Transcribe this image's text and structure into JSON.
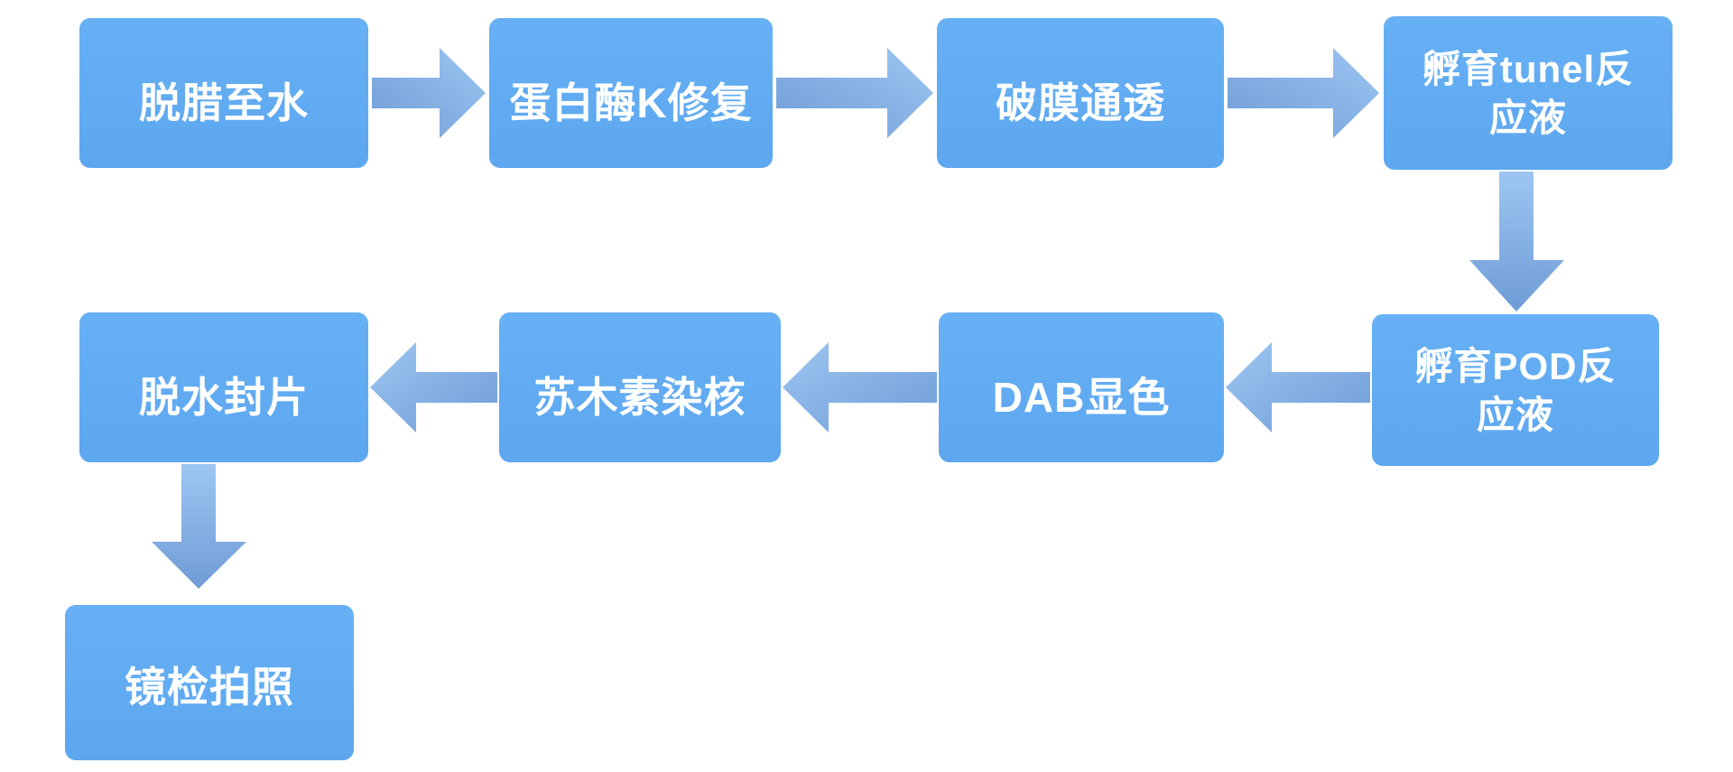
{
  "flowchart": {
    "nodes": [
      {
        "id": "step-1",
        "label": "脱腊至水"
      },
      {
        "id": "step-2",
        "label": "蛋白酶K修复"
      },
      {
        "id": "step-3",
        "label": "破膜通透"
      },
      {
        "id": "step-4",
        "label": "孵育tunel反\n应液"
      },
      {
        "id": "step-5",
        "label": "孵育POD反\n应液"
      },
      {
        "id": "step-6",
        "label": "DAB显色"
      },
      {
        "id": "step-7",
        "label": "苏木素染核"
      },
      {
        "id": "step-8",
        "label": "脱水封片"
      },
      {
        "id": "step-9",
        "label": "镜检拍照"
      }
    ],
    "flow_order": [
      "脱腊至水",
      "蛋白酶K修复",
      "破膜通透",
      "孵育tunel反应液",
      "孵育POD反应液",
      "DAB显色",
      "苏木素染核",
      "脱水封片",
      "镜检拍照"
    ]
  },
  "colors": {
    "node_fill": "#61aaf2",
    "node_text": "#ffffff",
    "arrow_light": "#9dc6f2",
    "arrow_dark": "#6f9cd6",
    "background": "#ffffff"
  }
}
